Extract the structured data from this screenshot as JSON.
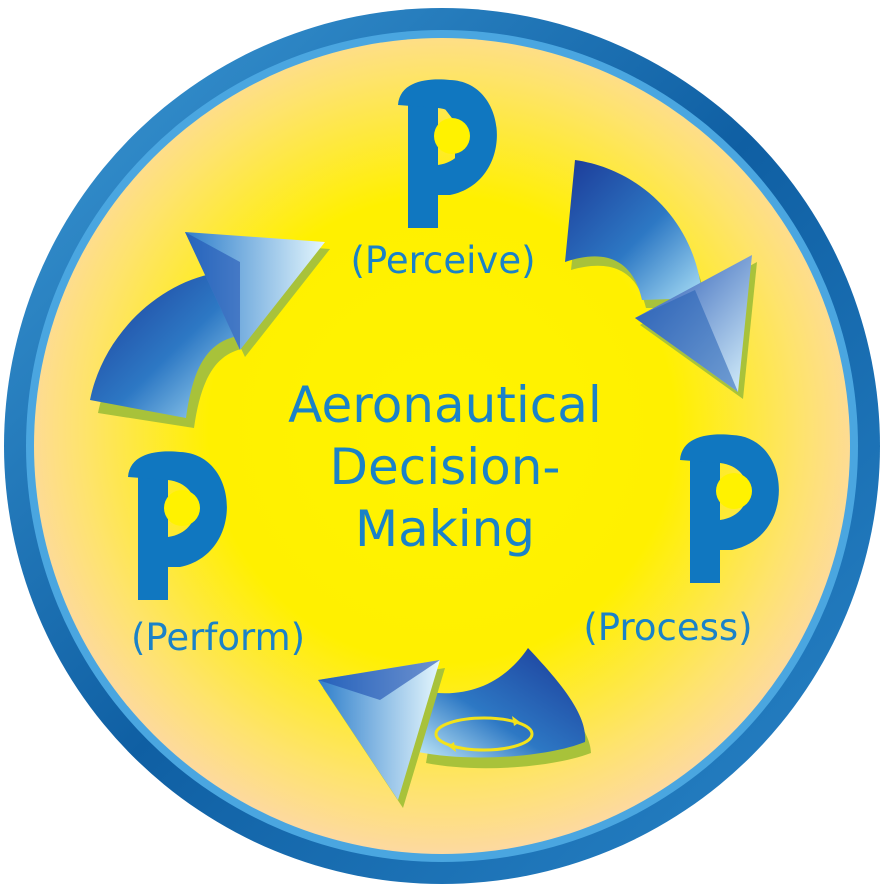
{
  "diagram": {
    "center_lines": [
      "Aeronautical",
      "Decision-",
      "Making"
    ],
    "steps": [
      {
        "letter": "P",
        "caption": "(Perceive)"
      },
      {
        "letter": "P",
        "caption": "(Process)"
      },
      {
        "letter": "P",
        "caption": "(Perform)"
      }
    ],
    "colors": {
      "ring_outer": "#0f5fa3",
      "ring_inner": "#5fb3e6",
      "disc_center": "#fff200",
      "disc_edge": "#fee48a",
      "text_blue": "#1a82c8",
      "letter_blue": "#1077c0",
      "arrow_dark": "#1f3f9c",
      "arrow_light": "#8fd4f3",
      "shadow_green": "#a8c23a"
    },
    "icons": [
      "curved-arrow",
      "curved-arrow",
      "curved-arrow",
      "rotation-ellipse"
    ]
  }
}
